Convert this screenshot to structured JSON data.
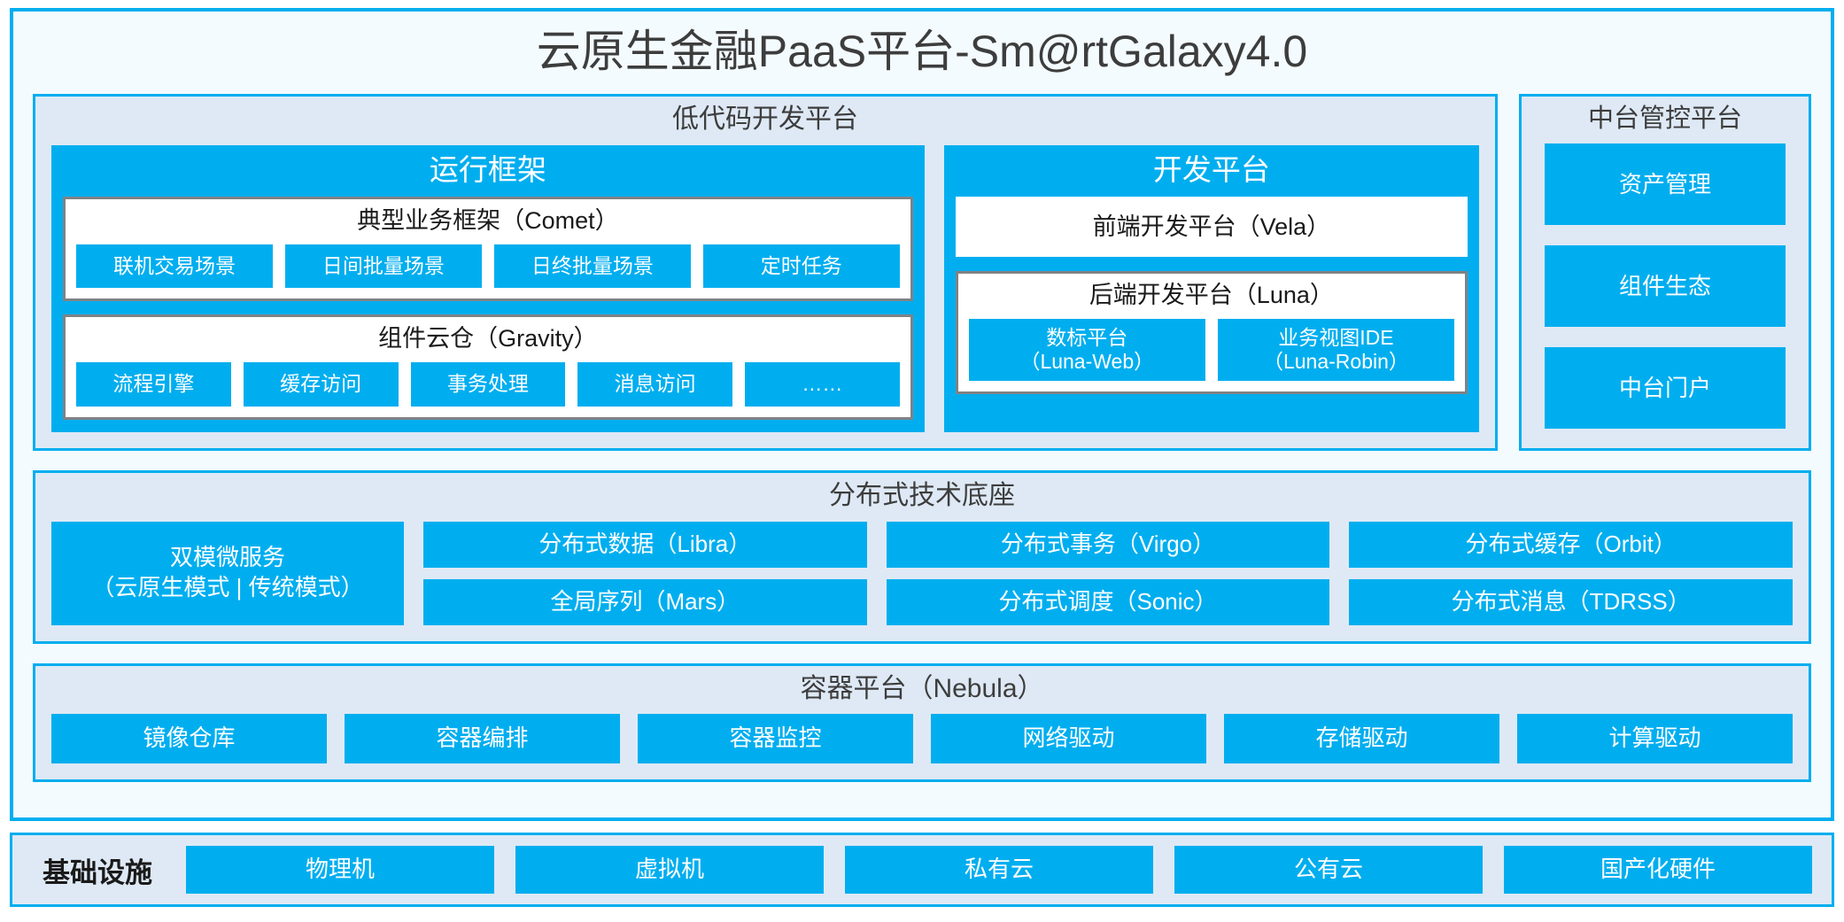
{
  "title": "云原生金融PaaS平台-Sm@rtGalaxy4.0",
  "colors": {
    "accent_blue": "#00AEEF",
    "panel_bg": "#DEE9F5",
    "card_bg": "#F4FBFE",
    "card_border_gray": "#808285",
    "text_dark": "#3D3D3D"
  },
  "lowcode": {
    "title": "低代码开发平台",
    "runtime": {
      "title": "运行框架",
      "comet": {
        "title": "典型业务框架（Comet）",
        "items": [
          "联机交易场景",
          "日间批量场景",
          "日终批量场景",
          "定时任务"
        ]
      },
      "gravity": {
        "title": "组件云仓（Gravity）",
        "items": [
          "流程引擎",
          "缓存访问",
          "事务处理",
          "消息访问",
          "……"
        ]
      }
    },
    "devplatform": {
      "title": "开发平台",
      "frontend": "前端开发平台（Vela）",
      "backend": {
        "title": "后端开发平台（Luna）",
        "items": [
          {
            "line1": "数标平台",
            "line2": "（Luna-Web）"
          },
          {
            "line1": "业务视图IDE",
            "line2": "（Luna-Robin）"
          }
        ]
      }
    }
  },
  "midcontrol": {
    "title": "中台管控平台",
    "items": [
      "资产管理",
      "组件生态",
      "中台门户"
    ]
  },
  "distbase": {
    "title": "分布式技术底座",
    "dualmode": {
      "line1": "双模微服务",
      "line2": "（云原生模式 | 传统模式）"
    },
    "columns": [
      [
        "分布式数据（Libra）",
        "全局序列（Mars）"
      ],
      [
        "分布式事务（Virgo）",
        "分布式调度（Sonic）"
      ],
      [
        "分布式缓存（Orbit）",
        "分布式消息（TDRSS）"
      ]
    ]
  },
  "containerplatform": {
    "title": "容器平台（Nebula）",
    "items": [
      "镜像仓库",
      "容器编排",
      "容器监控",
      "网络驱动",
      "存储驱动",
      "计算驱动"
    ]
  },
  "infrastructure": {
    "label": "基础设施",
    "items": [
      "物理机",
      "虚拟机",
      "私有云",
      "公有云",
      "国产化硬件"
    ]
  }
}
